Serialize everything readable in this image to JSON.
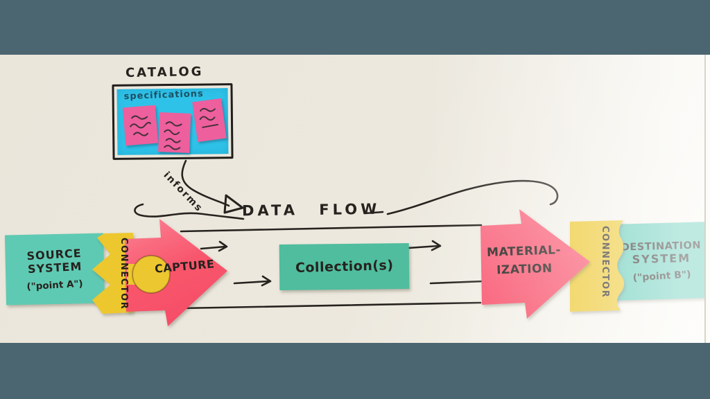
{
  "colors": {
    "letterbox": "#4c6671",
    "paper": "#ebe7dd",
    "ink": "#26221e",
    "sticky_teal": "#5fcab3",
    "sticky_green": "#4fbd9e",
    "sticky_yellow": "#edc72f",
    "sticky_pink": "#f8566c",
    "board_blue": "#2fc2e9",
    "note_pink": "#ee5f9d"
  },
  "catalog": {
    "title": "CATALOG",
    "board_label": "specifications"
  },
  "flow": {
    "informs_label": "informs",
    "title": "DATA  FLOW"
  },
  "source": {
    "line1": "SOURCE",
    "line2": "SYSTEM",
    "line3": "(\"point A\")"
  },
  "connector_left": {
    "label": "CONNECTOR"
  },
  "capture": {
    "label": "CAPTURE"
  },
  "collection": {
    "label": "Collection(s)"
  },
  "materialization": {
    "line1": "MATERIAL-",
    "line2": "IZATION"
  },
  "connector_right": {
    "label": "CONNECTOR"
  },
  "destination": {
    "line1": "DESTINATION",
    "line2": "SYSTEM",
    "line3": "(\"point B\")"
  }
}
